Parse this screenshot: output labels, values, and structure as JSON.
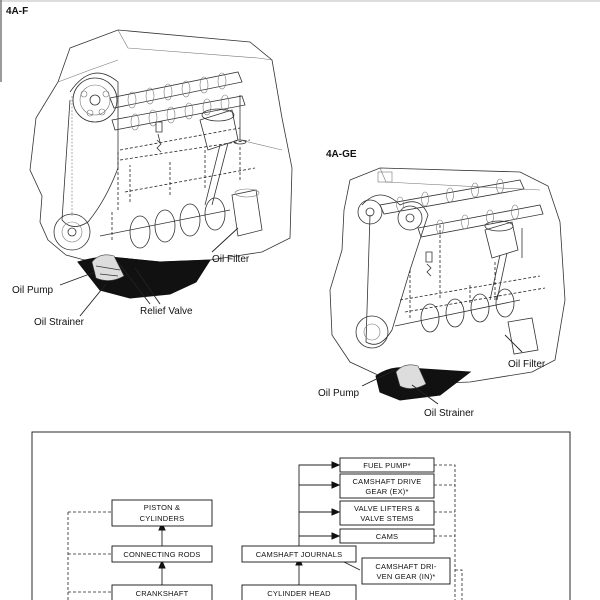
{
  "engines": {
    "left_model": "4A-F",
    "right_model": "4A-GE"
  },
  "labels_4af": {
    "oil_filter": "Oil Filter",
    "oil_pump": "Oil Pump",
    "oil_strainer": "Oil Strainer",
    "relief_valve": "Relief Valve"
  },
  "labels_4age": {
    "oil_filter": "Oil Filter",
    "oil_pump": "Oil Pump",
    "oil_strainer": "Oil Strainer"
  },
  "flowchart": {
    "boxes": {
      "fuel_pump": "FUEL PUMP*",
      "cam_drive_gear_1": "CAMSHAFT DRIVE",
      "cam_drive_gear_2": "GEAR (EX)*",
      "valve_lifters_1": "VALVE LIFTERS &",
      "valve_lifters_2": "VALVE STEMS",
      "cams": "CAMS",
      "piston_1": "PISTON &",
      "piston_2": "CYLINDERS",
      "connecting_rods": "CONNECTING RODS",
      "camshaft_journals": "CAMSHAFT JOURNALS",
      "cam_driven_gear_1": "CAMSHAFT DRI-",
      "cam_driven_gear_2": "VEN GEAR (IN)*",
      "crankshaft": "CRANKSHAFT",
      "cylinder_head": "CYLINDER HEAD"
    }
  }
}
